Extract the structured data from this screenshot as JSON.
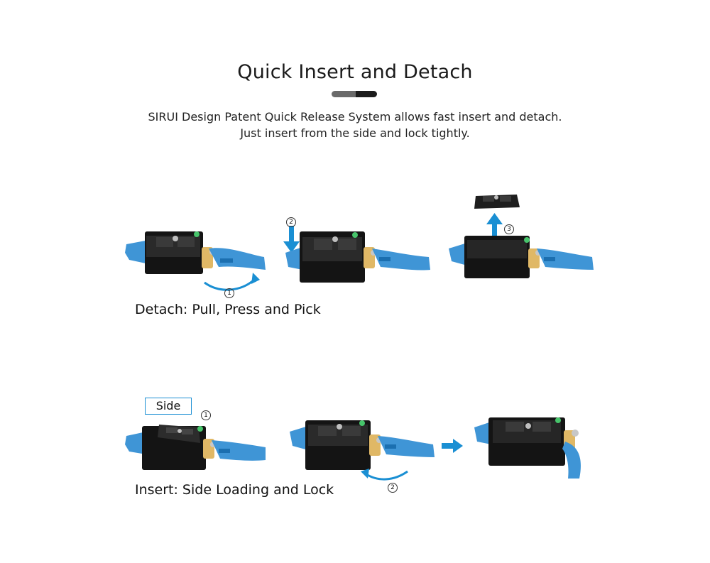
{
  "header": {
    "title": "Quick Insert and Detach",
    "subtitle_line1": "SIRUI Design Patent Quick Release System allows fast insert and detach.",
    "subtitle_line2": "Just insert from the side and lock tightly."
  },
  "detach": {
    "caption": "Detach: Pull, Press and Pick",
    "steps": [
      "1",
      "2",
      "3"
    ]
  },
  "insert": {
    "caption": "Insert: Side Loading and Lock",
    "side_label": "Side",
    "steps": [
      "1",
      "2"
    ]
  },
  "colors": {
    "accent_blue": "#1a8fd3",
    "lever_blue": "#3f95d6",
    "clamp_black": "#141414"
  }
}
